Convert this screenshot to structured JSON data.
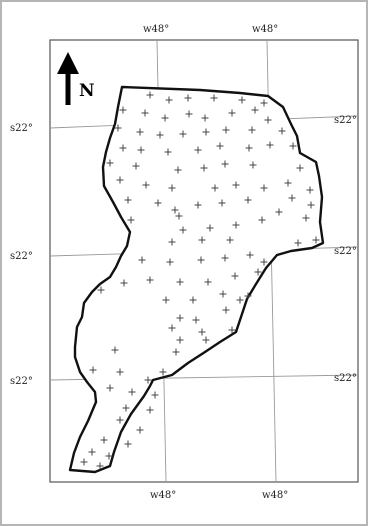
{
  "map": {
    "grid_labels": {
      "top": [
        "w48°",
        "w48°"
      ],
      "bottom": [
        "w48°",
        "w48°"
      ],
      "left": [
        "s22°",
        "s22°",
        "s22°"
      ],
      "right": [
        "s22°",
        "s22°",
        "s22°"
      ]
    },
    "north_arrow": {
      "label": "N"
    },
    "sample_points_marker": "+"
  }
}
